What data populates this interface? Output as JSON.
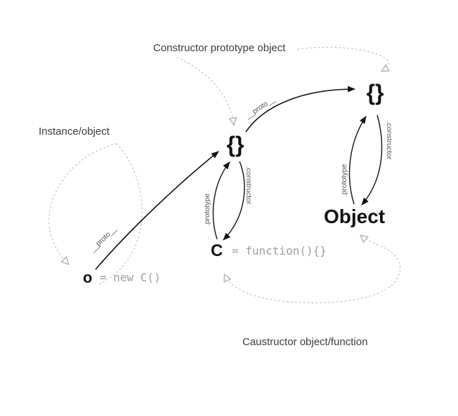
{
  "diagram": {
    "region_labels": {
      "top": "Constructor prototype object",
      "left": "Instance/object",
      "bottom": "Caustructor object/function"
    },
    "nodes": {
      "instance": {
        "name": "o",
        "expr": "= new C()"
      },
      "constructor_c": {
        "name": "C",
        "expr": "= function(){}"
      },
      "object_builtin": {
        "name": "Object"
      },
      "proto_mid": {
        "glyph": "{}"
      },
      "proto_top": {
        "glyph": "{}"
      }
    },
    "edge_labels": {
      "proto_from_o": "__proto__",
      "proto_from_mid": "__proto__",
      "c_prototype": ".prototype",
      "c_constructor": ".constructor",
      "object_prototype": ".prototype",
      "object_constructor": ".constructor"
    },
    "colors": {
      "node_text": "#111111",
      "region_label_text": "#3c3c3c",
      "code_muted": "#9e9e9e",
      "edge_label_text": "#555555",
      "solid_edge": "#111111",
      "dotted_loop": "#c8c8c8",
      "background": "#ffffff"
    }
  }
}
